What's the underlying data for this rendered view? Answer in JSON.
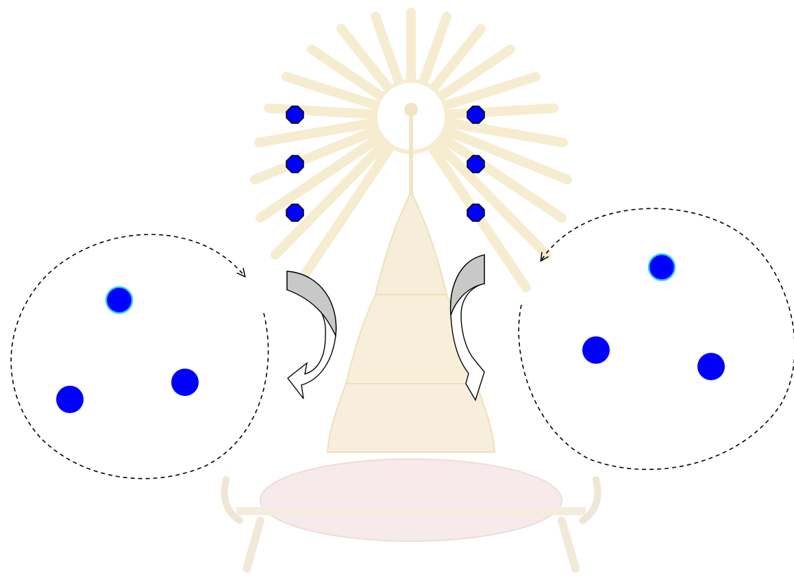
{
  "colors": {
    "background": "#ffffff",
    "node_fill": "#0000ff",
    "node_stroke": "#000000",
    "highlight_stroke": "#33ccff",
    "cycle_stroke": "#000000",
    "transfer_arrow_fill": "#c8c8c8",
    "transfer_arrow_stroke": "#000000",
    "watermark": "#f5e9c8",
    "watermark_base": "#f3e6e6"
  },
  "diagram": {
    "ellipsis_nodes": {
      "left_column_count": 3,
      "right_column_count": 3
    },
    "left_cluster": {
      "node_count": 3,
      "highlighted_nodes": 1,
      "cycle_direction": "clockwise"
    },
    "right_cluster": {
      "node_count": 3,
      "highlighted_nodes": 1,
      "cycle_direction": "counter-clockwise"
    },
    "transfer_arrows": [
      {
        "side": "left",
        "direction": "down-left"
      },
      {
        "side": "right",
        "direction": "down-right"
      }
    ]
  },
  "watermark": {
    "icon": "university-emblem-icon"
  }
}
